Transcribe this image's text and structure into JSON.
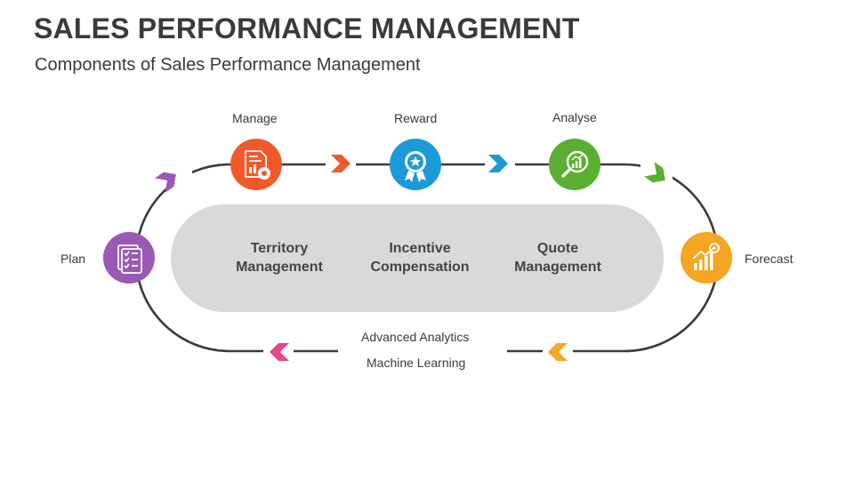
{
  "header": {
    "title": "SALES PERFORMANCE MANAGEMENT",
    "subtitle": "Components of Sales Performance Management"
  },
  "stages": [
    {
      "label": "Plan",
      "icon": "checklist-icon",
      "color": "#9b59b6"
    },
    {
      "label": "Manage",
      "icon": "report-gear-icon",
      "color": "#f05a2b"
    },
    {
      "label": "Reward",
      "icon": "award-badge-icon",
      "color": "#1a9bd6"
    },
    {
      "label": "Analyse",
      "icon": "magnifier-chart-icon",
      "color": "#5aaf32"
    },
    {
      "label": "Forecast",
      "icon": "growth-chart-icon",
      "color": "#f5a623"
    }
  ],
  "components": [
    {
      "text": "Territory\nManagement"
    },
    {
      "text": "Incentive\nCompensation"
    },
    {
      "text": "Quote\nManagement"
    }
  ],
  "bottom_labels": {
    "line1": "Advanced Analytics",
    "line2": "Machine Learning"
  },
  "colors": {
    "loop_line": "#3a3a3a",
    "pill_fill": "#d9d9d9",
    "arrow_magenta": "#e8488b"
  }
}
